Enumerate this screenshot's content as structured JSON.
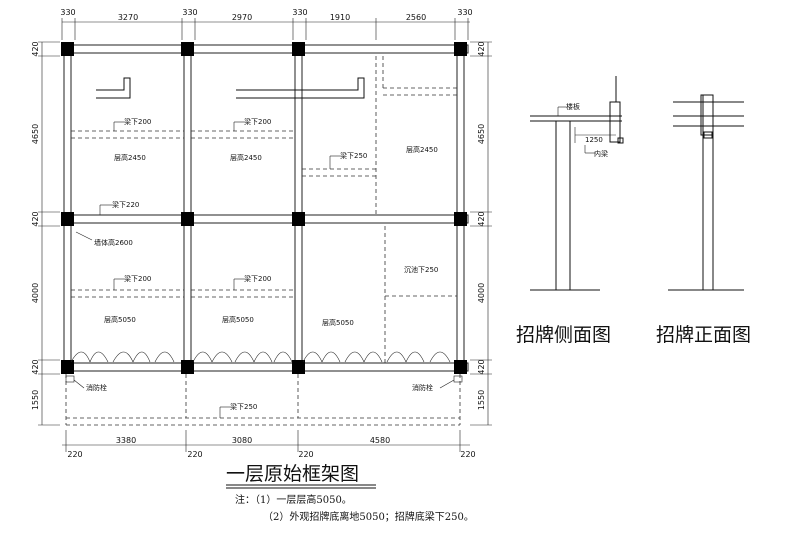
{
  "top_dims": [
    "330",
    "3270",
    "330",
    "2970",
    "330",
    "1910",
    "2560",
    "330"
  ],
  "bottom_dims": [
    "3380",
    "3080",
    "4580"
  ],
  "bottom_small_dims": [
    "220",
    "220",
    "220",
    "220"
  ],
  "left_dims": [
    "420",
    "4650",
    "420",
    "4000",
    "420",
    "1550"
  ],
  "right_dims": [
    "420",
    "4650",
    "420",
    "4000",
    "420",
    "1550"
  ],
  "labels": {
    "beam_200_a": "梁下200",
    "beam_200_b": "梁下200",
    "beam_250_a": "梁下250",
    "beam_220": "梁下220",
    "wall_height": "墙体高2600",
    "beam_200_c": "梁下200",
    "beam_200_d": "梁下200",
    "sink_250": "沉池下250",
    "beam_250_b": "梁下250",
    "floor_2450_a": "层高2450",
    "floor_2450_b": "层高2450",
    "floor_2450_c": "层高2450",
    "floor_5050_a": "层高5050",
    "floor_5050_b": "层高5050",
    "floor_5050_c": "层高5050",
    "hydrant_left": "消防栓",
    "hydrant_right": "消防栓"
  },
  "side_view": {
    "slab_label": "楼板",
    "dim": "1250",
    "inner_beam": "内梁",
    "title": "招牌侧面图"
  },
  "front_view": {
    "title": "招牌正面图"
  },
  "plan_title": "一层原始框架图",
  "notes": {
    "line1": "注：（1）一层层高5050。",
    "line2": "（2）外观招牌底离地5050；招牌底梁下250。"
  }
}
